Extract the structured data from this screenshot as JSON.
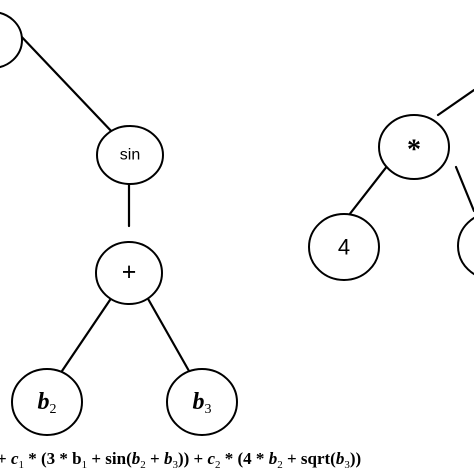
{
  "tree_left": {
    "root": {
      "label": ""
    },
    "sin": {
      "label": "sin"
    },
    "plus": {
      "label": "+"
    },
    "leaf_b2": {
      "base": "b",
      "sub": "2"
    },
    "leaf_b3": {
      "base": "b",
      "sub": "3"
    }
  },
  "tree_right": {
    "mult": {
      "label": "*"
    },
    "leaf_4": {
      "label": "4"
    }
  },
  "formula": {
    "parts": [
      {
        "text": "+ "
      },
      {
        "text": "c",
        "italic": true
      },
      {
        "text": "1",
        "sub": true
      },
      {
        "text": " * (3 * b"
      },
      {
        "text": "1",
        "sub": true
      },
      {
        "text": " + sin("
      },
      {
        "text": "b",
        "italic": true
      },
      {
        "text": "2",
        "sub": true
      },
      {
        "text": " + "
      },
      {
        "text": "b",
        "italic": true
      },
      {
        "text": "3",
        "sub": true
      },
      {
        "text": ")) + "
      },
      {
        "text": "c",
        "italic": true
      },
      {
        "text": "2",
        "sub": true
      },
      {
        "text": " * (4 * "
      },
      {
        "text": "b",
        "italic": true
      },
      {
        "text": "2",
        "sub": true
      },
      {
        "text": " + sqrt("
      },
      {
        "text": "b",
        "italic": true
      },
      {
        "text": "3",
        "sub": true
      },
      {
        "text": "))"
      }
    ]
  }
}
